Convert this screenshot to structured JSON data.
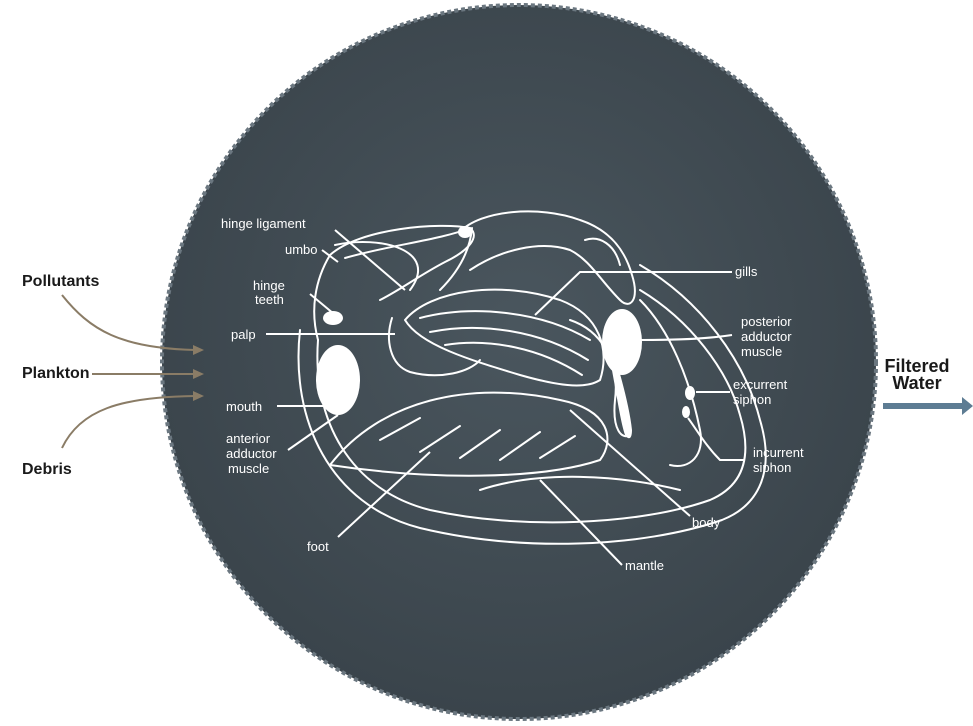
{
  "inputs": {
    "pollutants": "Pollutants",
    "plankton": "Plankton",
    "debris": "Debris"
  },
  "output": {
    "line1": "Filtered",
    "line2": "Water"
  },
  "labels": {
    "hinge_ligament": "hinge ligament",
    "umbo": "umbo",
    "hinge_teeth_1": "hinge",
    "hinge_teeth_2": "teeth",
    "palp": "palp",
    "mouth": "mouth",
    "anterior_1": "anterior",
    "anterior_2": "adductor",
    "anterior_3": "muscle",
    "foot": "foot",
    "gills": "gills",
    "posterior_1": "posterior",
    "posterior_2": "adductor",
    "posterior_3": "muscle",
    "excurrent_1": "excurrent",
    "excurrent_2": "siphon",
    "incurrent_1": "incurrent",
    "incurrent_2": "siphon",
    "body": "body",
    "mantle": "mantle"
  },
  "colors": {
    "chalkboard": "#3f4a52",
    "input_arrow": "#8a7c66",
    "output_arrow": "#5d7c93",
    "drawing": "#ffffff"
  }
}
